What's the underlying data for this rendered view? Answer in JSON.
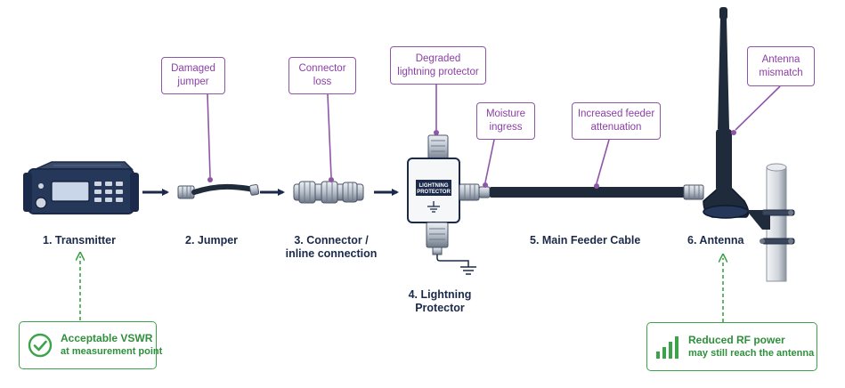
{
  "components": [
    {
      "id": "transmitter",
      "label": "1. Transmitter"
    },
    {
      "id": "jumper",
      "label": "2. Jumper"
    },
    {
      "id": "connector",
      "label_line1": "3. Connector /",
      "label_line2": "inline connection"
    },
    {
      "id": "lightning",
      "label_line1": "4. Lightning",
      "label_line2": "Protector"
    },
    {
      "id": "feeder",
      "label": "5. Main Feeder Cable"
    },
    {
      "id": "antenna",
      "label": "6. Antenna"
    }
  ],
  "protector_text": {
    "line1": "LIGHTNING",
    "line2": "PROTECTOR"
  },
  "callouts": [
    {
      "id": "damaged-jumper",
      "line1": "Damaged",
      "line2": "jumper"
    },
    {
      "id": "connector-loss",
      "line1": "Connector",
      "line2": "loss"
    },
    {
      "id": "degraded-protector",
      "line1": "Degraded",
      "line2": "lightning protector"
    },
    {
      "id": "moisture-ingress",
      "line1": "Moisture",
      "line2": "ingress"
    },
    {
      "id": "feeder-attenuation",
      "line1": "Increased feeder",
      "line2": "attenuation"
    },
    {
      "id": "antenna-mismatch",
      "line1": "Antenna",
      "line2": "mismatch"
    }
  ],
  "status_boxes": {
    "vswr": {
      "icon": "check-circle-icon",
      "line1": "Acceptable VSWR",
      "line2": "at measurement point",
      "color": "#3da34a"
    },
    "rf_power": {
      "icon": "signal-bars-icon",
      "line1": "Reduced RF power",
      "line2": "may still reach the antenna",
      "color": "#3da34a"
    }
  },
  "colors": {
    "navy": "#1b2a4a",
    "callout": "#8f56a8",
    "good": "#3da34a"
  }
}
